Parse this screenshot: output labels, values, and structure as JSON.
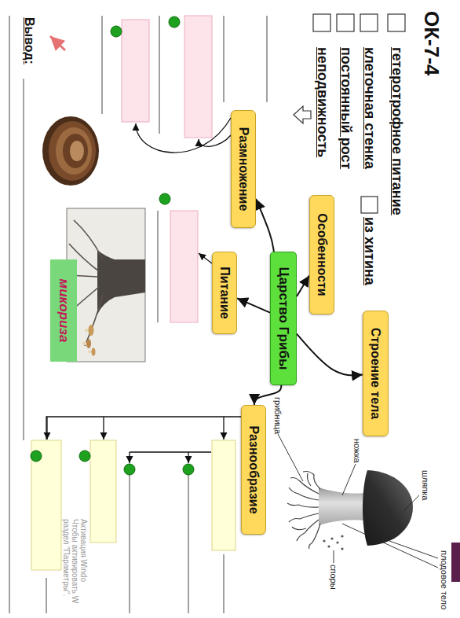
{
  "diagram": {
    "title": "ОК-7-4",
    "nodes": [
      {
        "text": [
          "Особенности"
        ]
      },
      {
        "text": [
          "Строение тела"
        ]
      },
      {
        "text": [
          "Царство Грибы"
        ]
      },
      {
        "text": [
          "Размножение"
        ]
      },
      {
        "text": [
          "Питание"
        ]
      },
      {
        "text": [
          "Разнообразие"
        ]
      },
      {
        "text": [
          "микориза"
        ]
      }
    ],
    "edges": [
      {
        "from": 2,
        "to": 0,
        "arrow": "to"
      },
      {
        "from": 2,
        "to": 1,
        "arrow": "to"
      },
      {
        "from": 2,
        "to": 3,
        "arrow": "to"
      },
      {
        "from": 2,
        "to": 4,
        "arrow": "to"
      },
      {
        "from": 2,
        "to": 5,
        "arrow": "to"
      }
    ],
    "labels": [
      "гетеротрофное питание",
      "клеточная стенка",
      "из хитина",
      "постоянный рост",
      "неподвижность",
      "плодовое тело",
      "шляпка",
      "ножка",
      "грибница",
      "споры",
      "Вывод:",
      "Активация Windo",
      "Чтобы активировать W",
      "раздел \"Параметры\"."
    ]
  }
}
